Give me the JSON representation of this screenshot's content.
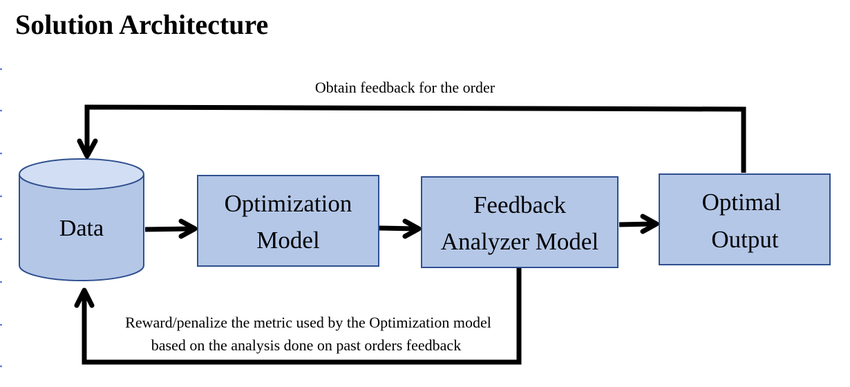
{
  "title": "Solution Architecture",
  "colors": {
    "box_fill": "#b4c7e7",
    "box_stroke": "#2f4f8f",
    "cylinder_top_fill": "#d2def3",
    "arrow": "#000000",
    "background": "#ffffff"
  },
  "nodes": {
    "data": {
      "label": "Data"
    },
    "optimization_model": {
      "line1": "Optimization",
      "line2": "Model"
    },
    "feedback_analyzer": {
      "line1": "Feedback",
      "line2": "Analyzer Model"
    },
    "optimal_output": {
      "line1": "Optimal",
      "line2": "Output"
    }
  },
  "edges": {
    "feedback_loop": {
      "label": "Obtain feedback for the order"
    },
    "reward_loop": {
      "line1": "Reward/penalize the metric used by the Optimization model",
      "line2": "based on the analysis done on past orders feedback"
    }
  }
}
